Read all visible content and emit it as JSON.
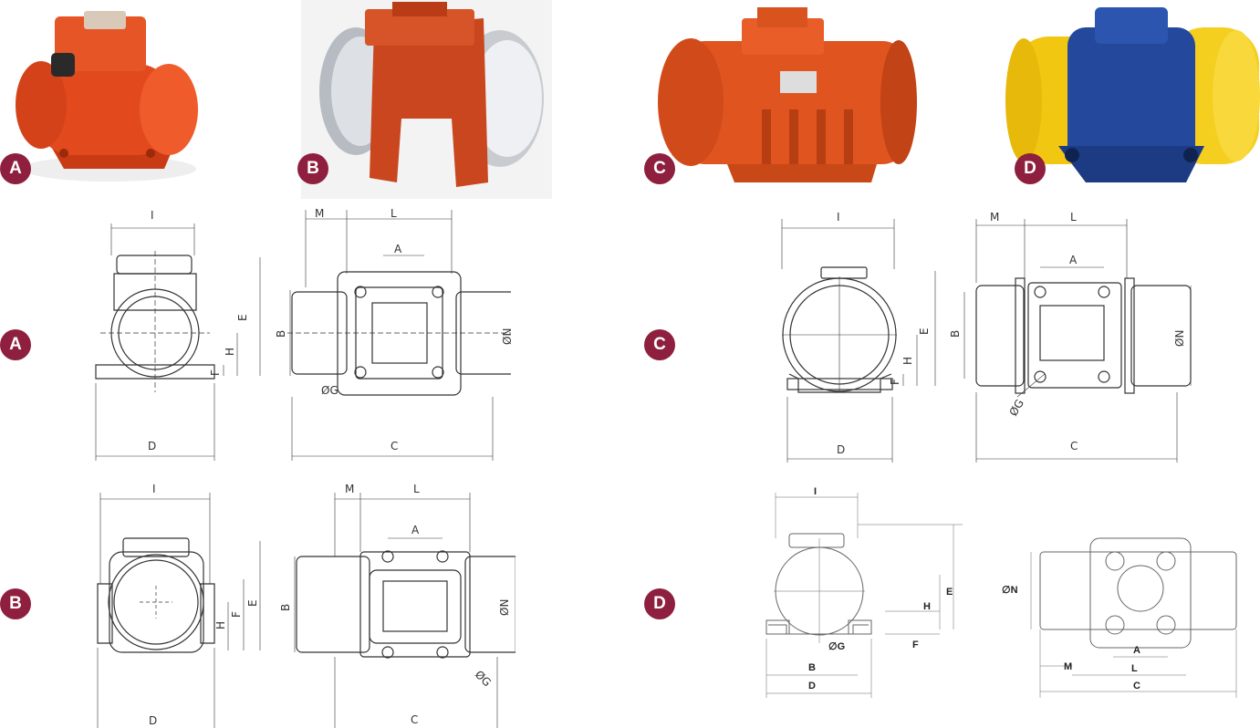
{
  "models": [
    {
      "id": "A",
      "photo_badge": "A",
      "drawing_badge": "A",
      "body_color": "#e24a1e",
      "cap_color": "#e24a1e"
    },
    {
      "id": "B",
      "photo_badge": "B",
      "drawing_badge": "B",
      "body_color": "#c9461f",
      "cap_color": "#c8ccd1"
    },
    {
      "id": "C",
      "photo_badge": "C",
      "drawing_badge": "C",
      "body_color": "#e0541f",
      "cap_color": "#e0541f"
    },
    {
      "id": "D",
      "photo_badge": "D",
      "drawing_badge": "D",
      "body_color": "#23489c",
      "cap_color": "#f2c712"
    }
  ],
  "dimension_labels": {
    "I": "I",
    "M": "M",
    "L": "L",
    "A": "A",
    "E": "E",
    "H": "H",
    "F": "F",
    "B": "B",
    "N": "ØN",
    "G": "ØG",
    "C": "C",
    "D": "D"
  },
  "d_labels": {
    "N": "∅N",
    "G": "∅G"
  },
  "colors": {
    "badge": "#8e1f3e",
    "line": "#333333"
  }
}
